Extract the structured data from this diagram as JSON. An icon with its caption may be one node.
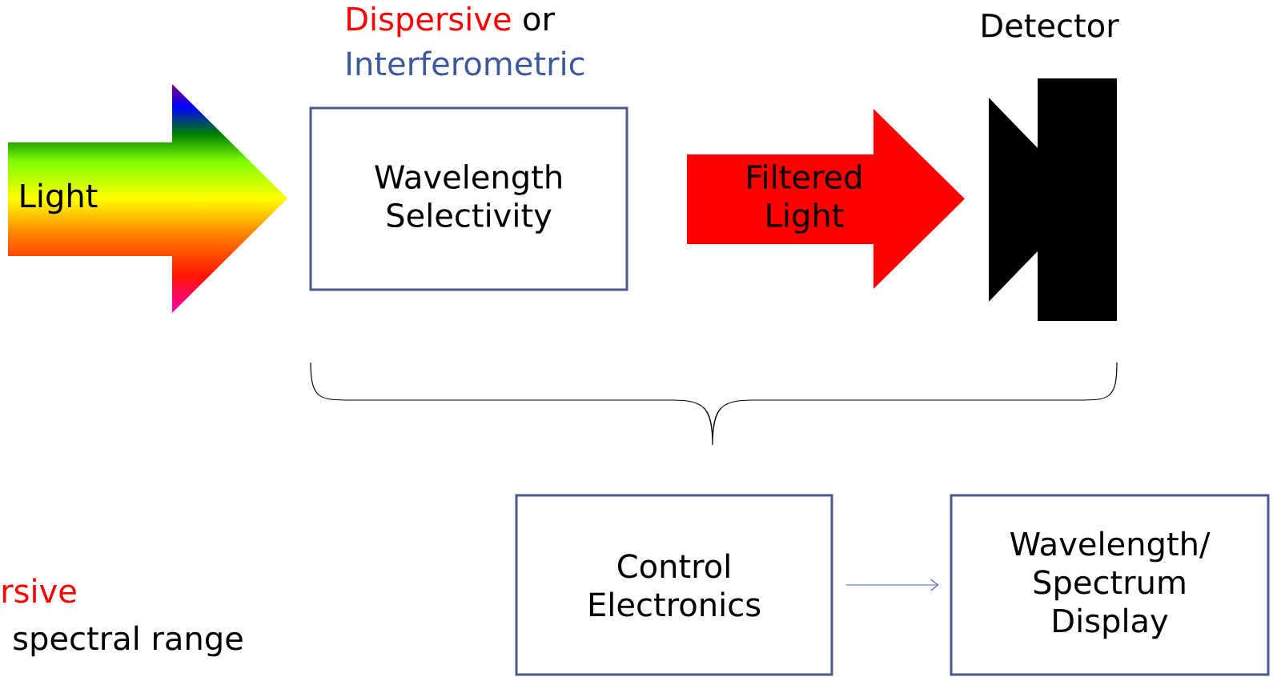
{
  "diagram": {
    "nodes": [
      {
        "text": [
          "Light"
        ]
      },
      {
        "text": [
          "Dispersive",
          "or",
          "Interferometric",
          "Wavelength Selectivity"
        ]
      },
      {
        "text": [
          "Filtered Light"
        ]
      },
      {
        "text": [
          "Detector"
        ]
      },
      {
        "text": [
          "Control Electronics"
        ]
      },
      {
        "text": [
          "Wavelength/ Spectrum Display"
        ]
      }
    ],
    "edges": [
      {
        "from": 4,
        "to": 5,
        "arrow": "to"
      }
    ],
    "labels": [
      "rsive",
      "spectral range"
    ]
  }
}
